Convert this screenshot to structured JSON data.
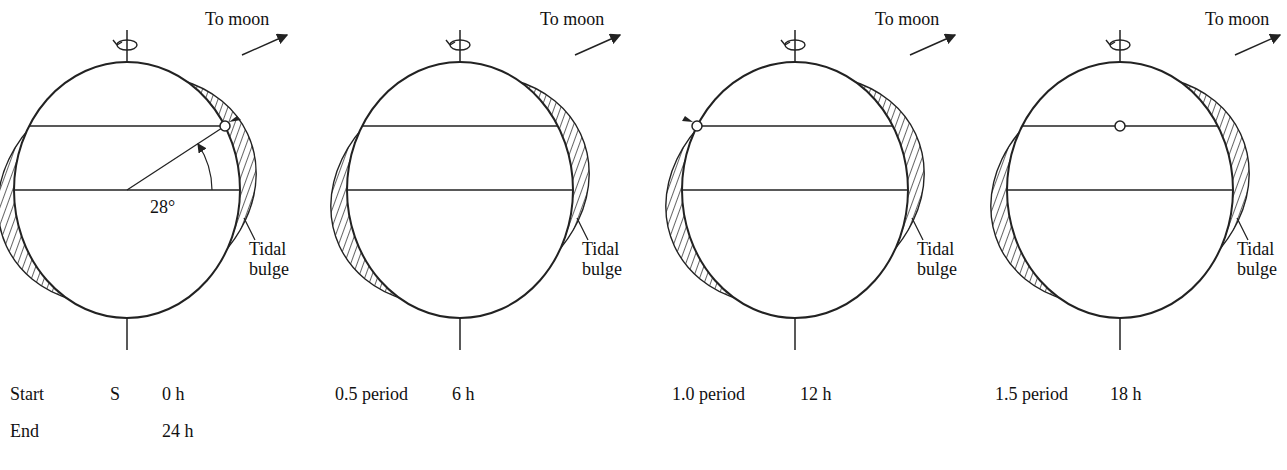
{
  "diagram": {
    "labels": [
      "To moon",
      "To moon",
      "To moon",
      "To moon",
      "28°",
      "Tidal bulge",
      "Tidal bulge",
      "Tidal bulge",
      "Tidal bulge",
      "Start",
      "S",
      "0 h",
      "End",
      "24 h",
      "0.5 period",
      "6 h",
      "1.0 period",
      "12 h",
      "1.5 period",
      "18 h"
    ]
  }
}
